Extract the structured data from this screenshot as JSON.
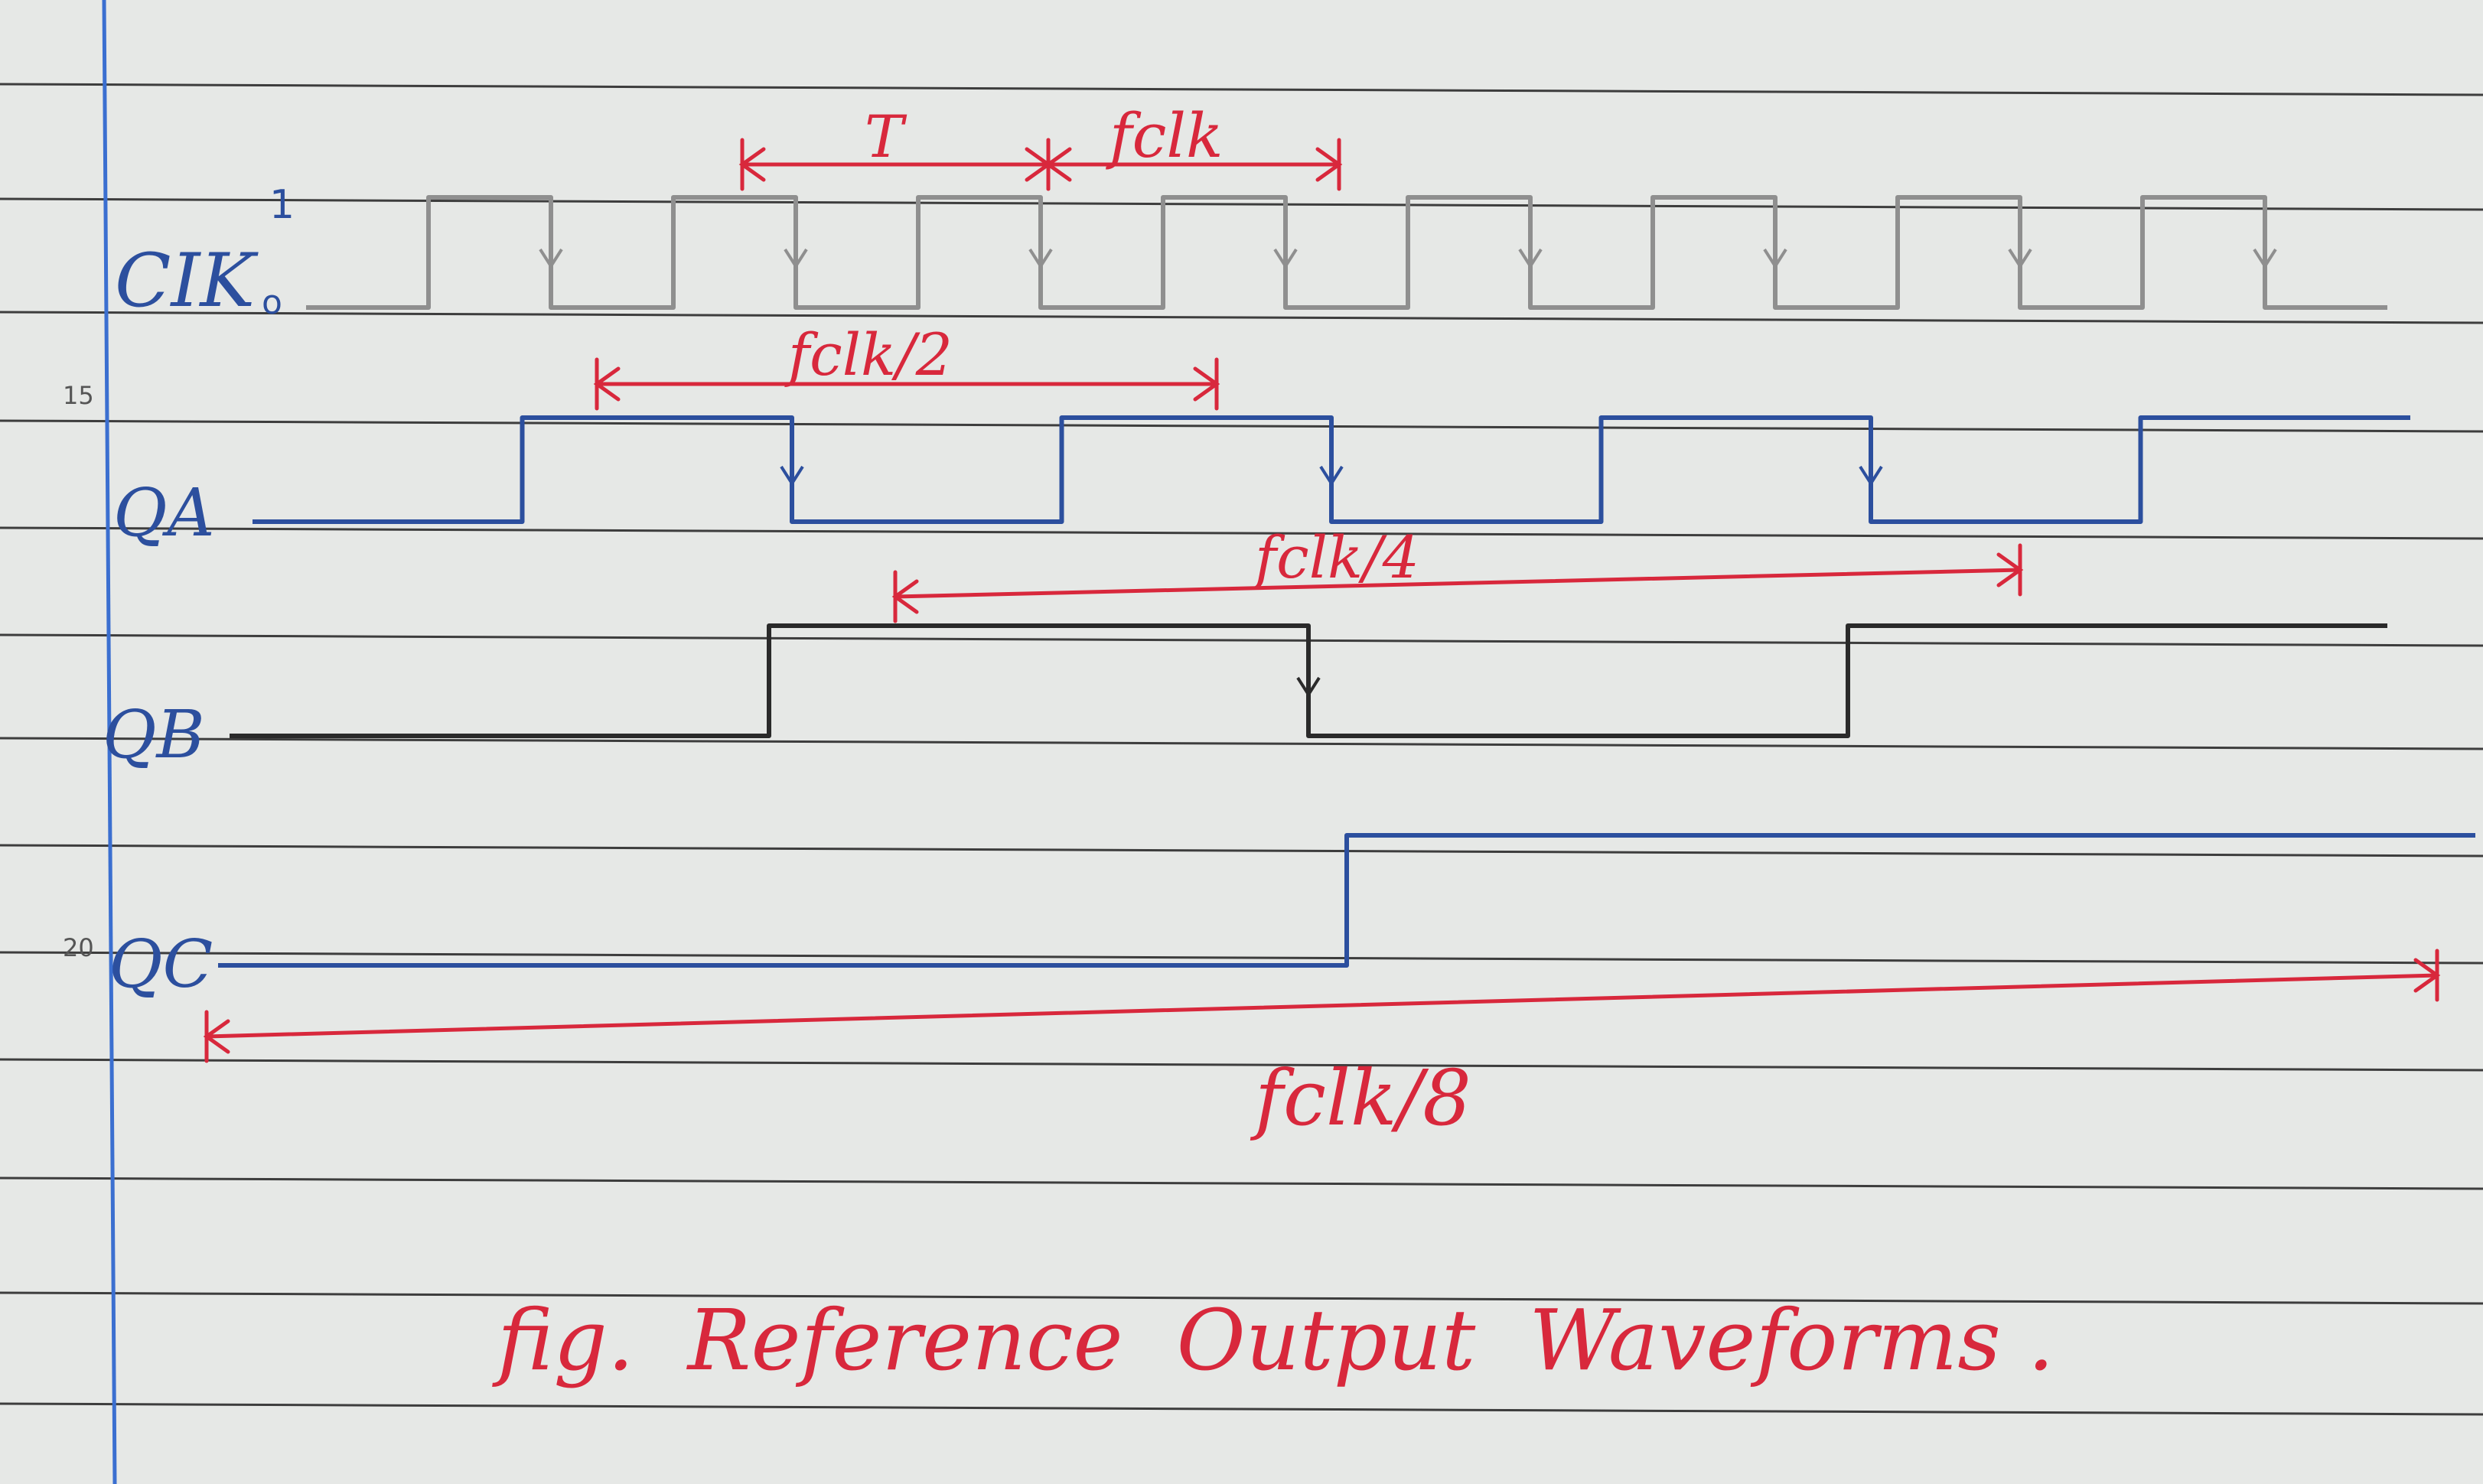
{
  "page": {
    "line_numbers": [
      "15",
      "20"
    ]
  },
  "signals": [
    {
      "label": "CIK",
      "color": "#8f8f8f",
      "sup_high": "1",
      "sup_low": "o",
      "levels": [
        0,
        1,
        0,
        1,
        0,
        1,
        0,
        1,
        0,
        1,
        0,
        1,
        0,
        1,
        0,
        1,
        0
      ]
    },
    {
      "label": "QA",
      "color": "#2c4f9e",
      "levels": [
        0,
        1,
        0,
        1,
        0,
        1,
        0,
        1
      ]
    },
    {
      "label": "QB",
      "color": "#2a2a2a",
      "levels": [
        0,
        1,
        0,
        1
      ]
    },
    {
      "label": "QC",
      "color": "#2c4f9e",
      "levels": [
        0,
        1
      ]
    }
  ],
  "annotations": {
    "color": "#d8283c",
    "period": "T",
    "fclk": "fclk",
    "fclk_2": "fclk/2",
    "fclk_4": "fclk/4",
    "fclk_8": "fclk/8"
  },
  "caption": "fig.  Reference  Output  Waveforms ."
}
